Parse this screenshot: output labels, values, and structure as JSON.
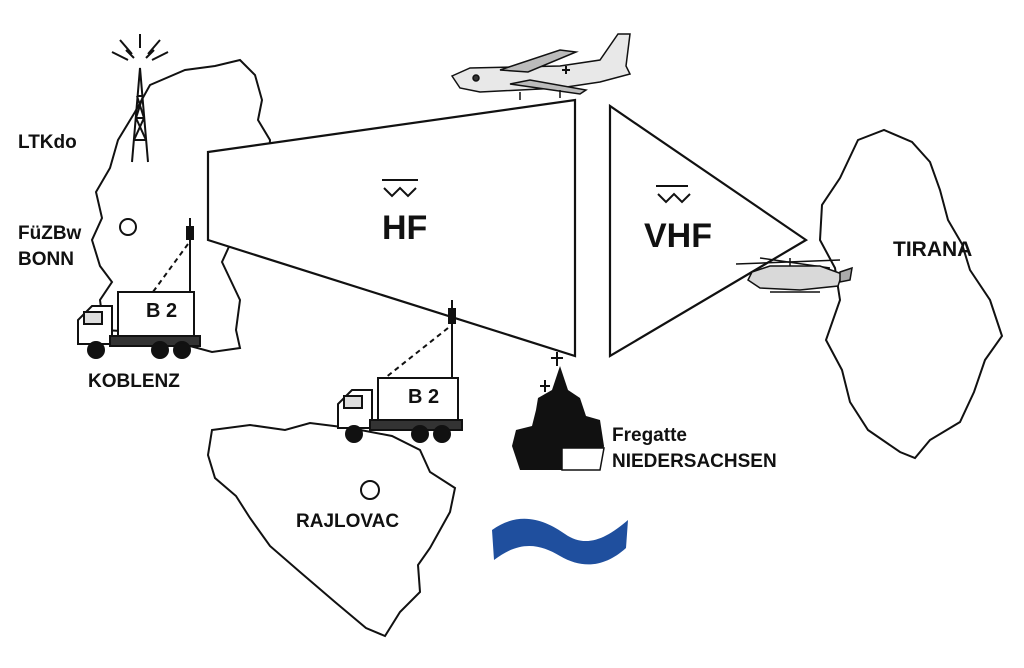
{
  "labels": {
    "ltkdo": "LTKdo",
    "fuezbw_line1": "FüZBw",
    "fuezbw_line2": "BONN",
    "koblenz": "KOBLENZ",
    "hf": "HF",
    "vhf": "VHF",
    "tirana": "TIRANA",
    "rajlovac": "RAJLOVAC",
    "fregatte_line1": "Fregatte",
    "fregatte_line2": "NIEDERSACHSEN",
    "truck1_plate": "B 2",
    "truck2_plate": "B 2"
  },
  "colors": {
    "ink": "#111111",
    "wave": "#1f4f9e",
    "ship_hull": "#111111"
  },
  "icons": [
    "antenna-tower-icon",
    "aircraft-icon",
    "helicopter-icon",
    "truck-icon",
    "frigate-icon",
    "wave-icon",
    "location-circle-icon"
  ]
}
